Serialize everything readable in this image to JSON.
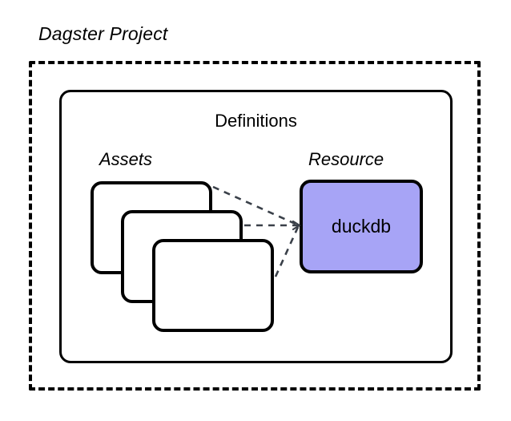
{
  "diagram": {
    "type": "architecture-diagram",
    "background_color": "#ffffff",
    "project": {
      "title": "Dagster Project",
      "boundary_style": "dashed",
      "boundary_color": "#000000"
    },
    "definitions": {
      "label": "Definitions",
      "boundary_style": "solid",
      "boundary_color": "#000000"
    },
    "groups": [
      {
        "label": "Assets"
      },
      {
        "label": "Resource"
      }
    ],
    "assets": {
      "label": "Assets",
      "cards": [
        {
          "label": ""
        },
        {
          "label": ""
        },
        {
          "label": ""
        }
      ],
      "card_fill": "#ffffff",
      "card_border": "#000000"
    },
    "resource": {
      "label": "Resource",
      "name": "duckdb",
      "fill_color": "#a7a4f6",
      "border_color": "#000000"
    },
    "connectors": {
      "style": "dashed",
      "color": "#3a4049",
      "count": 3,
      "description": "Each asset connects to the duckdb resource",
      "edges": [
        {
          "from": "asset-card-1",
          "to": "duckdb"
        },
        {
          "from": "asset-card-2",
          "to": "duckdb"
        },
        {
          "from": "asset-card-3",
          "to": "duckdb"
        }
      ]
    }
  }
}
